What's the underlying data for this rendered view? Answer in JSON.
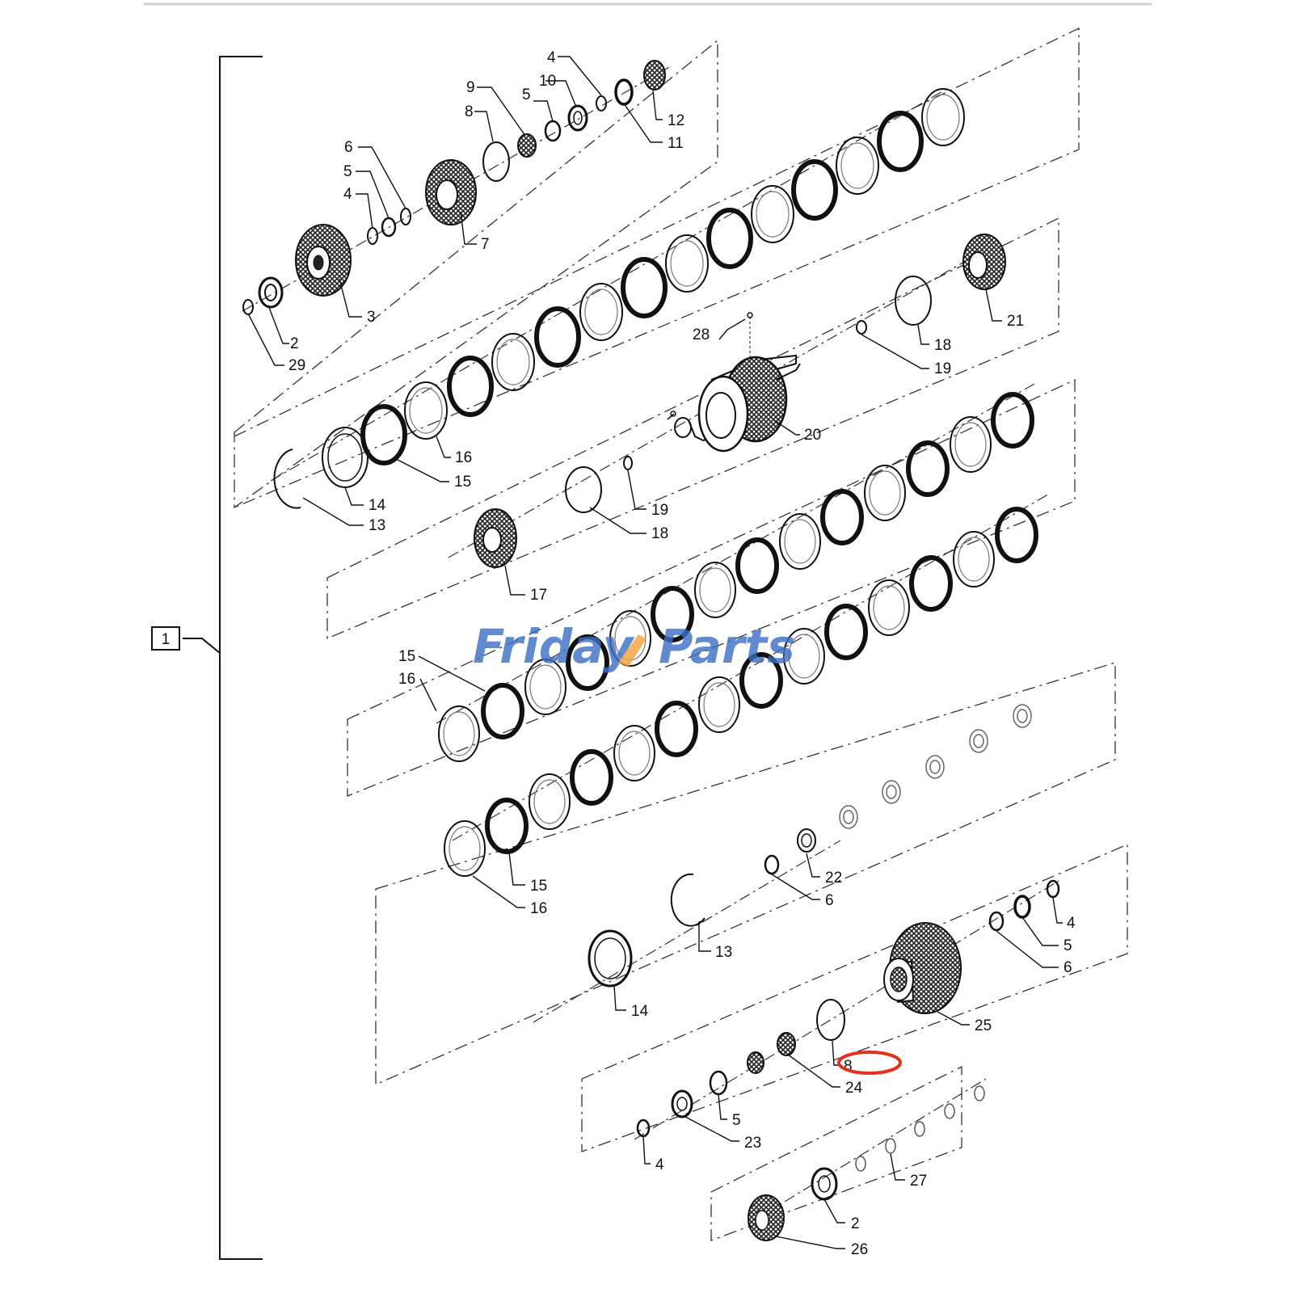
{
  "diagram": {
    "assembly_label": "1",
    "watermark": {
      "text_a": "Friday",
      "text_b": "Parts",
      "color": "#3a6fc2",
      "accent": "#f2a23a"
    },
    "highlight_color": "#e2321c",
    "callouts": [
      {
        "id": "c29",
        "text": "29"
      },
      {
        "id": "c2a",
        "text": "2"
      },
      {
        "id": "c3",
        "text": "3"
      },
      {
        "id": "c4a",
        "text": "4"
      },
      {
        "id": "c5a",
        "text": "5"
      },
      {
        "id": "c6a",
        "text": "6"
      },
      {
        "id": "c7",
        "text": "7"
      },
      {
        "id": "c8a",
        "text": "8"
      },
      {
        "id": "c9",
        "text": "9"
      },
      {
        "id": "c5b",
        "text": "5"
      },
      {
        "id": "c10",
        "text": "10"
      },
      {
        "id": "c4b",
        "text": "4"
      },
      {
        "id": "c11",
        "text": "11"
      },
      {
        "id": "c12",
        "text": "12"
      },
      {
        "id": "c13a",
        "text": "13"
      },
      {
        "id": "c14a",
        "text": "14"
      },
      {
        "id": "c15a",
        "text": "15"
      },
      {
        "id": "c16a",
        "text": "16"
      },
      {
        "id": "c28",
        "text": "28"
      },
      {
        "id": "c20",
        "text": "20"
      },
      {
        "id": "c19a",
        "text": "19"
      },
      {
        "id": "c18a",
        "text": "18"
      },
      {
        "id": "c21",
        "text": "21"
      },
      {
        "id": "c19b",
        "text": "19"
      },
      {
        "id": "c18b",
        "text": "18"
      },
      {
        "id": "c17",
        "text": "17"
      },
      {
        "id": "c15b",
        "text": "15"
      },
      {
        "id": "c16b",
        "text": "16"
      },
      {
        "id": "c15c",
        "text": "15"
      },
      {
        "id": "c16c",
        "text": "16"
      },
      {
        "id": "c22",
        "text": "22"
      },
      {
        "id": "c6b",
        "text": "6"
      },
      {
        "id": "c13b",
        "text": "13"
      },
      {
        "id": "c14b",
        "text": "14"
      },
      {
        "id": "c4c",
        "text": "4"
      },
      {
        "id": "c5c",
        "text": "5"
      },
      {
        "id": "c6c",
        "text": "6"
      },
      {
        "id": "c25",
        "text": "25"
      },
      {
        "id": "c8b",
        "text": "8"
      },
      {
        "id": "c24",
        "text": "24"
      },
      {
        "id": "c5d",
        "text": "5"
      },
      {
        "id": "c23",
        "text": "23"
      },
      {
        "id": "c4d",
        "text": "4"
      },
      {
        "id": "c27",
        "text": "27"
      },
      {
        "id": "c2b",
        "text": "2"
      },
      {
        "id": "c26",
        "text": "26"
      }
    ]
  }
}
